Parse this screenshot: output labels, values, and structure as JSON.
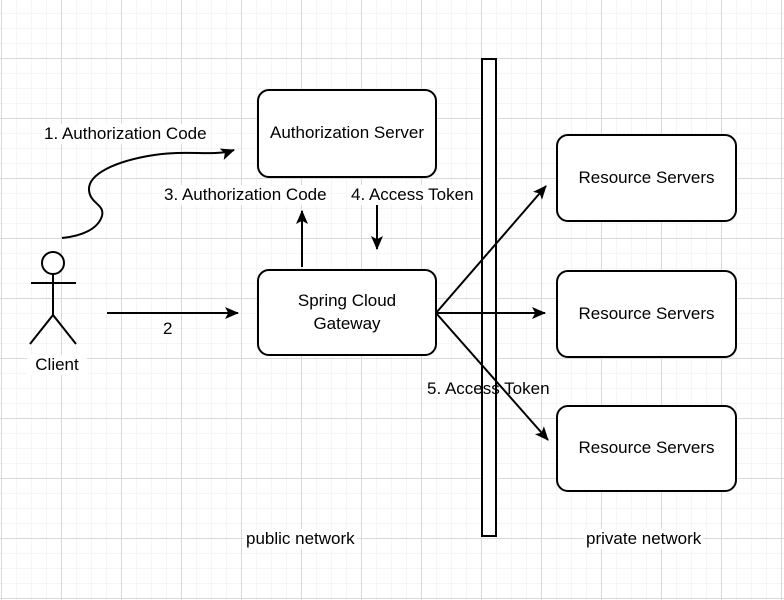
{
  "style": {
    "background": "#ffffff",
    "grid_minor_color": "#f5f5f5",
    "grid_major_color": "#d9d9d9",
    "shape_fill": "#ffffff",
    "shape_stroke": "#000000",
    "text_color": "#000000"
  },
  "nodes": {
    "client": {
      "label": "Client",
      "type": "actor"
    },
    "authorization_server": {
      "label": "Authorization Server"
    },
    "spring_cloud_gateway": {
      "label": "Spring Cloud Gateway"
    },
    "resource_servers": [
      {
        "label": "Resource Servers"
      },
      {
        "label": "Resource Servers"
      },
      {
        "label": "Resource Servers"
      }
    ]
  },
  "edges": {
    "step1": {
      "label": "1. Authorization Code",
      "from": "Client",
      "to": "Authorization Server"
    },
    "step2": {
      "label": "2",
      "from": "Client",
      "to": "Spring Cloud Gateway"
    },
    "step3": {
      "label": "3. Authorization Code",
      "from": "Spring Cloud Gateway",
      "to": "Authorization Server"
    },
    "step4": {
      "label": "4. Access Token",
      "from": "Authorization Server",
      "to": "Spring Cloud Gateway"
    },
    "step5": {
      "label": "5. Access Token",
      "from": "Spring Cloud Gateway",
      "to": "Resource Servers"
    }
  },
  "zones": {
    "public": {
      "label": "public network"
    },
    "private": {
      "label": "private network"
    }
  }
}
